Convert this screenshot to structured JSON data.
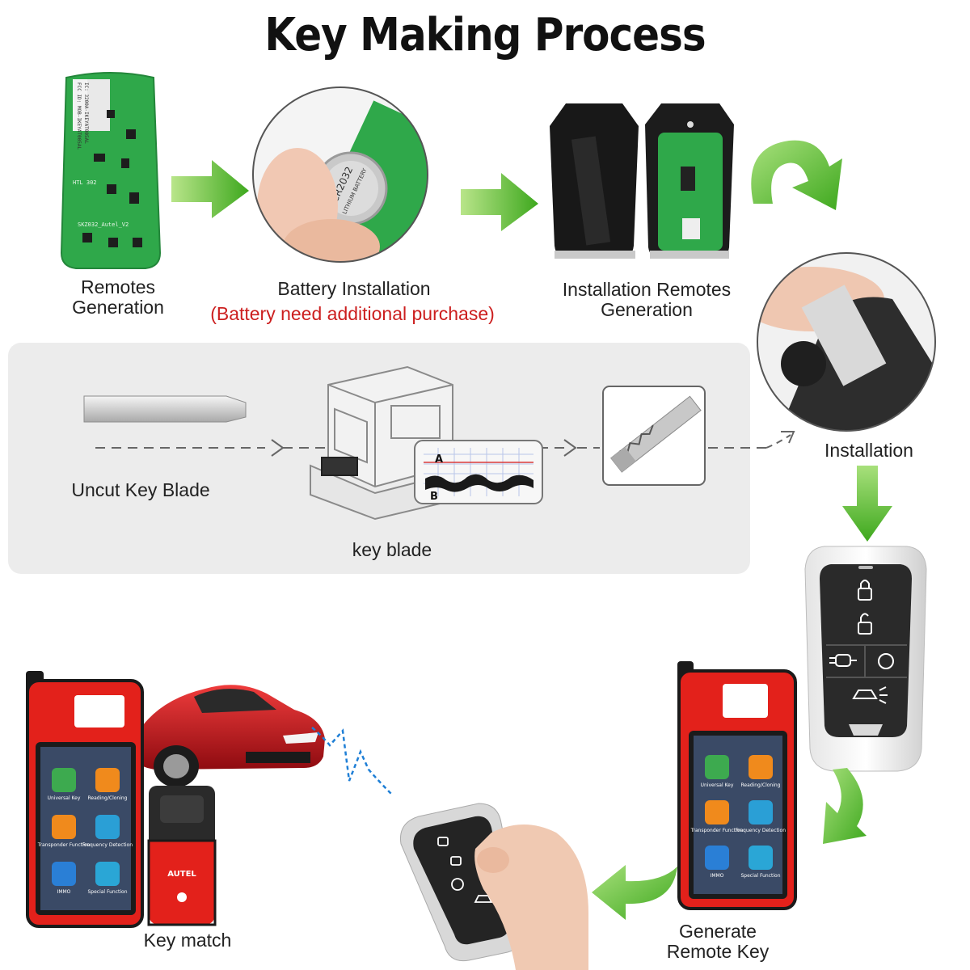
{
  "title": "Key Making Process",
  "steps": {
    "remotes_generation": "Remotes\nGeneration",
    "battery_installation": "Battery Installation",
    "battery_note": "(Battery need additional purchase)",
    "installation_remotes_generation": "Installation Remotes\nGeneration",
    "installation": "Installation",
    "uncut_key_blade": "Uncut Key  Blade",
    "key_blade": "key blade",
    "key_match": "Key match",
    "generate_remote_key": "Generate\nRemote Key"
  },
  "pcb": {
    "fcc_line1": "FCC ID: MOB-IKEYAT005AL",
    "fcc_line2": "IC: 3200A-IKEYAT005AL",
    "model": "SKZ032_Autel_V2",
    "htl": "HTL 302"
  },
  "battery": {
    "model": "CR2032",
    "type": "LITHIUM BATTERY"
  },
  "cutter": {
    "label_a": "A",
    "label_b": "B"
  },
  "tablet_apps": [
    {
      "label": "Universal Key",
      "color": "#3daa4f"
    },
    {
      "label": "Reading/Cloning",
      "color": "#f08a1c"
    },
    {
      "label": "Transponder Function",
      "color": "#f08a1c"
    },
    {
      "label": "Frequency Detection",
      "color": "#2a9fd6"
    },
    {
      "label": "IMMO",
      "color": "#2a7fd6"
    },
    {
      "label": "Special Function",
      "color": "#2aa6d6"
    }
  ],
  "obd_brand": "AUTEL",
  "colors": {
    "arrow_green": "#5cc22a",
    "device_red": "#e3211b",
    "pcb_green": "#2fa84a",
    "car_red": "#c8141c",
    "note_red": "#cc1f1f"
  }
}
